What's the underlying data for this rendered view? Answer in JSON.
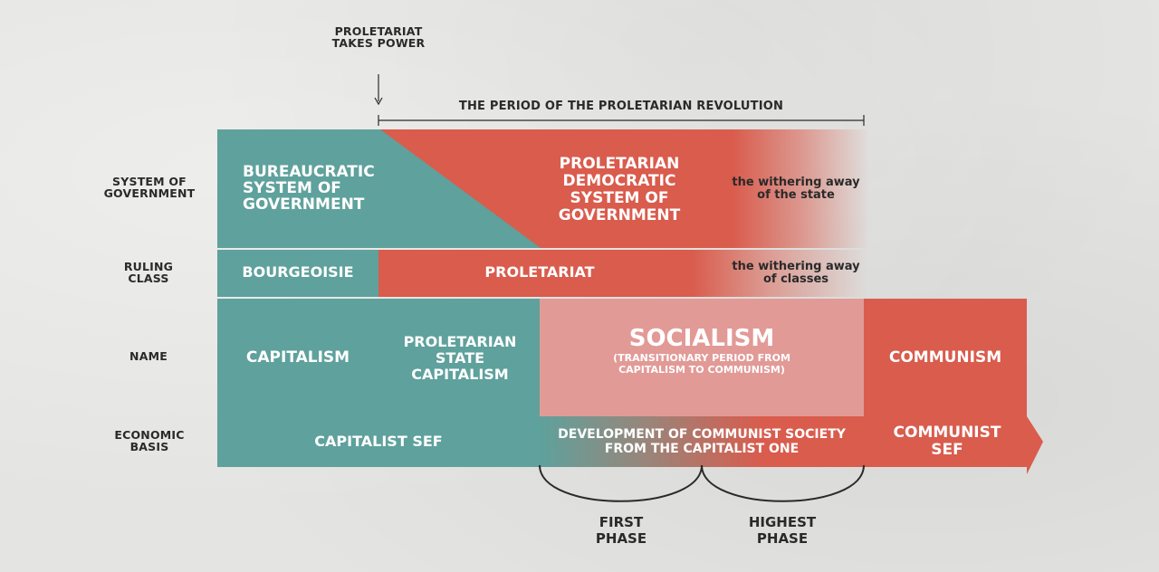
{
  "colors": {
    "teal": "#5fa19c",
    "red": "#d95c4d",
    "pink": "#e29a97",
    "text_dark": "#2a2a2a",
    "background": "#e4e4e2"
  },
  "top": {
    "event": "PROLETARIAT TAKES POWER",
    "period": "THE PERIOD OF THE PROLETARIAN REVOLUTION"
  },
  "rows": {
    "government": {
      "label": "SYSTEM OF GOVERNMENT",
      "bureaucratic": "BUREAUCRATIC SYSTEM OF GOVERNMENT",
      "proletarian": "PROLETARIAN DEMOCRATIC SYSTEM OF GOVERNMENT",
      "withering": "the withering away of the state"
    },
    "ruling_class": {
      "label": "RULING CLASS",
      "bourgeoisie": "BOURGEOISIE",
      "proletariat": "PROLETARIAT",
      "withering": "the withering away of classes"
    },
    "name": {
      "label": "NAME",
      "capitalism": "CAPITALISM",
      "state_capitalism": "PROLETARIAN STATE CAPITALISM",
      "socialism": "SOCIALISM",
      "socialism_note": "(TRANSITIONARY PERIOD FROM CAPITALISM TO COMMUNISM)",
      "communism": "COMMUNISM"
    },
    "economic": {
      "label": "ECONOMIC BASIS",
      "capitalist": "CAPITALIST SEF",
      "development": "DEVELOPMENT OF COMMUNIST SOCIETY FROM THE CAPITALIST ONE",
      "communist": "COMMUNIST SEF"
    }
  },
  "phases": {
    "first": "FIRST PHASE",
    "highest": "HIGHEST PHASE"
  }
}
